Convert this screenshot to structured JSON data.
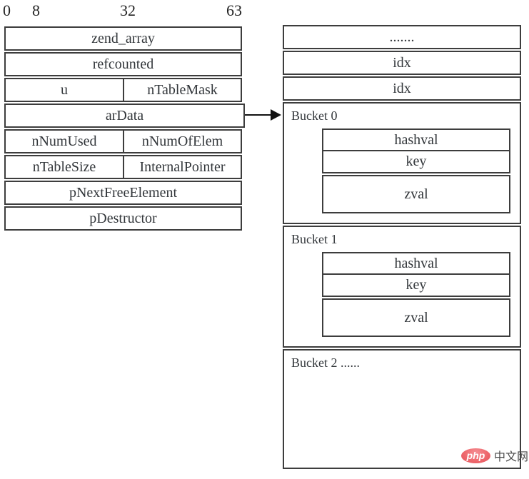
{
  "diagram": {
    "bit_labels": [
      "0",
      "8",
      "32",
      "63"
    ],
    "zend_array_table": {
      "rows": [
        {
          "cells": [
            "zend_array"
          ]
        },
        {
          "cells": [
            "refcounted"
          ]
        },
        {
          "cells": [
            "u",
            "nTableMask"
          ]
        },
        {
          "cells": [
            "arData"
          ]
        },
        {
          "cells": [
            "nNumUsed",
            "nNumOfElem"
          ]
        },
        {
          "cells": [
            "nTableSize",
            "InternalPointer"
          ]
        },
        {
          "cells": [
            "pNextFreeElement"
          ]
        },
        {
          "cells": [
            "pDestructor"
          ]
        }
      ]
    },
    "ardata_block": {
      "top_rows": [
        ".......",
        "idx",
        "idx"
      ],
      "buckets": [
        {
          "label": "Bucket 0",
          "fields": [
            "hashval",
            "key",
            "zval"
          ]
        },
        {
          "label": "Bucket 1",
          "fields": [
            "hashval",
            "key",
            "zval"
          ]
        },
        {
          "label": "Bucket 2 ......",
          "fields": []
        }
      ]
    },
    "watermark": {
      "logo_text": "php",
      "site_text": "中文网"
    },
    "colors": {
      "border": "#3d3d3d",
      "text": "#32363a",
      "arrow": "#111111",
      "logo": "#ee686d"
    }
  }
}
